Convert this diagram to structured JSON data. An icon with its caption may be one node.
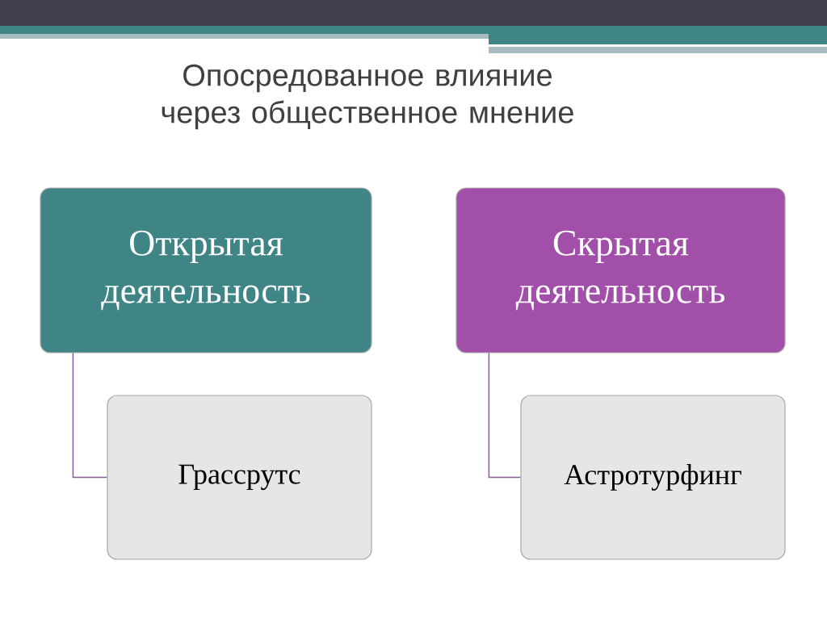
{
  "diagram": {
    "title": "Опосредованное влияние через общественное мнение",
    "nodes": [
      {
        "text": [
          "Открытая деятельность"
        ]
      },
      {
        "text": [
          "Скрытая деятельность"
        ]
      },
      {
        "text": [
          "Грассрутс"
        ]
      },
      {
        "text": [
          "Астротурфинг"
        ]
      }
    ],
    "edges": [
      {
        "from": 0,
        "to": 2,
        "arrow": "none"
      },
      {
        "from": 1,
        "to": 3,
        "arrow": "none"
      }
    ]
  }
}
